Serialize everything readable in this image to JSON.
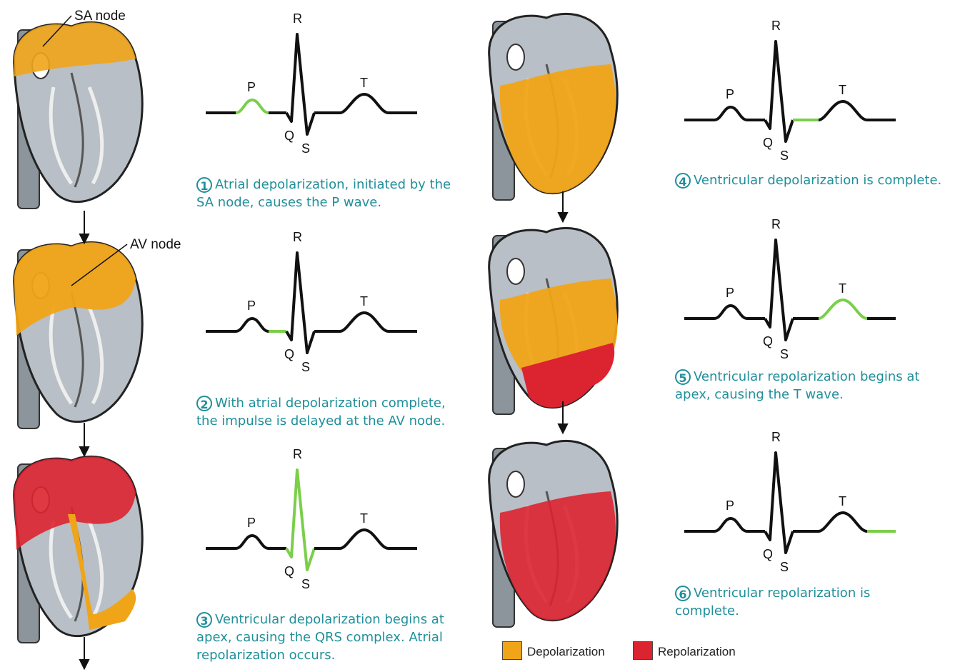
{
  "labels": {
    "sa_node": "SA node",
    "av_node": "AV node"
  },
  "wave_letters": {
    "p": "P",
    "q": "Q",
    "r": "R",
    "s": "S",
    "t": "T"
  },
  "steps": [
    {
      "num": "1",
      "text": "Atrial depolarization, initiated by the SA node, causes the P wave.",
      "highlight": "P wave"
    },
    {
      "num": "2",
      "text": "With atrial depolarization complete, the impulse is delayed at the AV node.",
      "highlight": "PQ segment"
    },
    {
      "num": "3",
      "text": "Ventricular depolarization begins at apex, causing the QRS complex. Atrial repolarization occurs.",
      "highlight": "QRS complex"
    },
    {
      "num": "4",
      "text": "Ventricular depolarization is complete.",
      "highlight": "ST segment"
    },
    {
      "num": "5",
      "text": "Ventricular repolarization begins at apex, causing the T wave.",
      "highlight": "T wave"
    },
    {
      "num": "6",
      "text": "Ventricular repolarization is complete.",
      "highlight": "after T wave"
    }
  ],
  "legend": [
    {
      "label": "Depolarization",
      "color": "#f0a418"
    },
    {
      "label": "Repolarization",
      "color": "#dc2430"
    }
  ],
  "colors": {
    "trace": "#111111",
    "highlight": "#7acf4a",
    "caption": "#1f8f9a",
    "heart_gray": "#9aa3ac",
    "vessel": "#8c949c"
  }
}
